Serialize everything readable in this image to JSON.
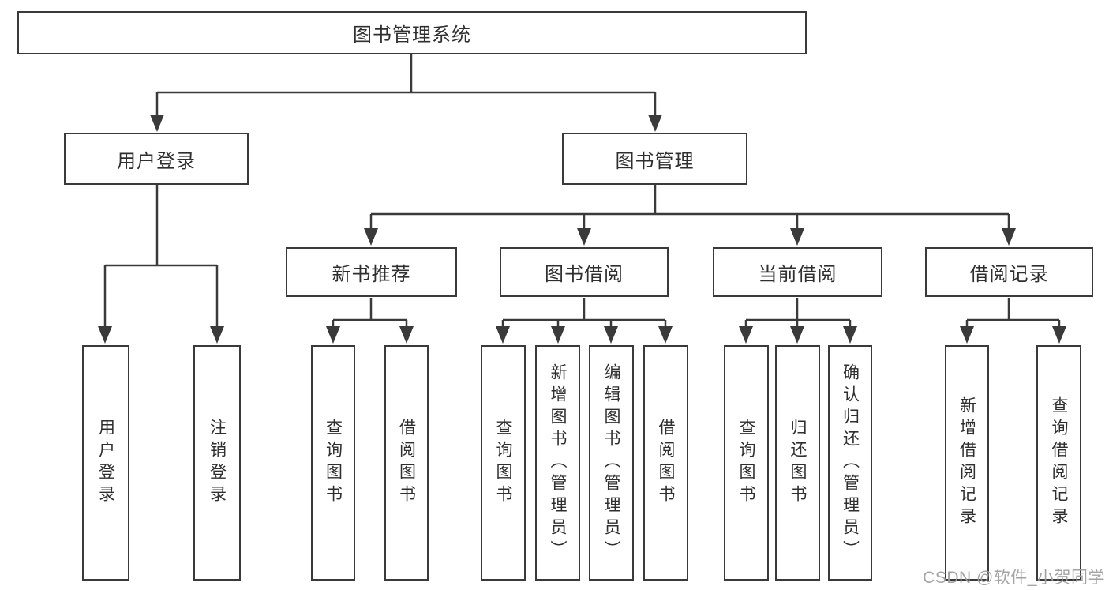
{
  "diagram_type": "functional-structure-tree",
  "tree": {
    "label": "图书管理系统",
    "children": [
      {
        "label": "用户登录",
        "children": [
          {
            "label": "用户登录"
          },
          {
            "label": "注销登录"
          }
        ]
      },
      {
        "label": "图书管理",
        "children": [
          {
            "label": "新书推荐",
            "children": [
              {
                "label": "查询图书"
              },
              {
                "label": "借阅图书"
              }
            ]
          },
          {
            "label": "图书借阅",
            "children": [
              {
                "label": "查询图书"
              },
              {
                "label": "新增图书（管理员）"
              },
              {
                "label": "编辑图书（管理员）"
              },
              {
                "label": "借阅图书"
              }
            ]
          },
          {
            "label": "当前借阅",
            "children": [
              {
                "label": "查询图书"
              },
              {
                "label": "归还图书"
              },
              {
                "label": "确认归还（管理员）"
              }
            ]
          },
          {
            "label": "借阅记录",
            "children": [
              {
                "label": "新增借阅记录"
              },
              {
                "label": "查询借阅记录"
              }
            ]
          }
        ]
      }
    ]
  },
  "watermark": "CSDN @软件_小贺同学",
  "colors": {
    "line": "#3a3a3a",
    "box_border": "#3a3a3a",
    "box_fill": "#ffffff",
    "text": "#2f2f2f",
    "background": "#ffffff",
    "watermark": "#9e9e9e"
  }
}
